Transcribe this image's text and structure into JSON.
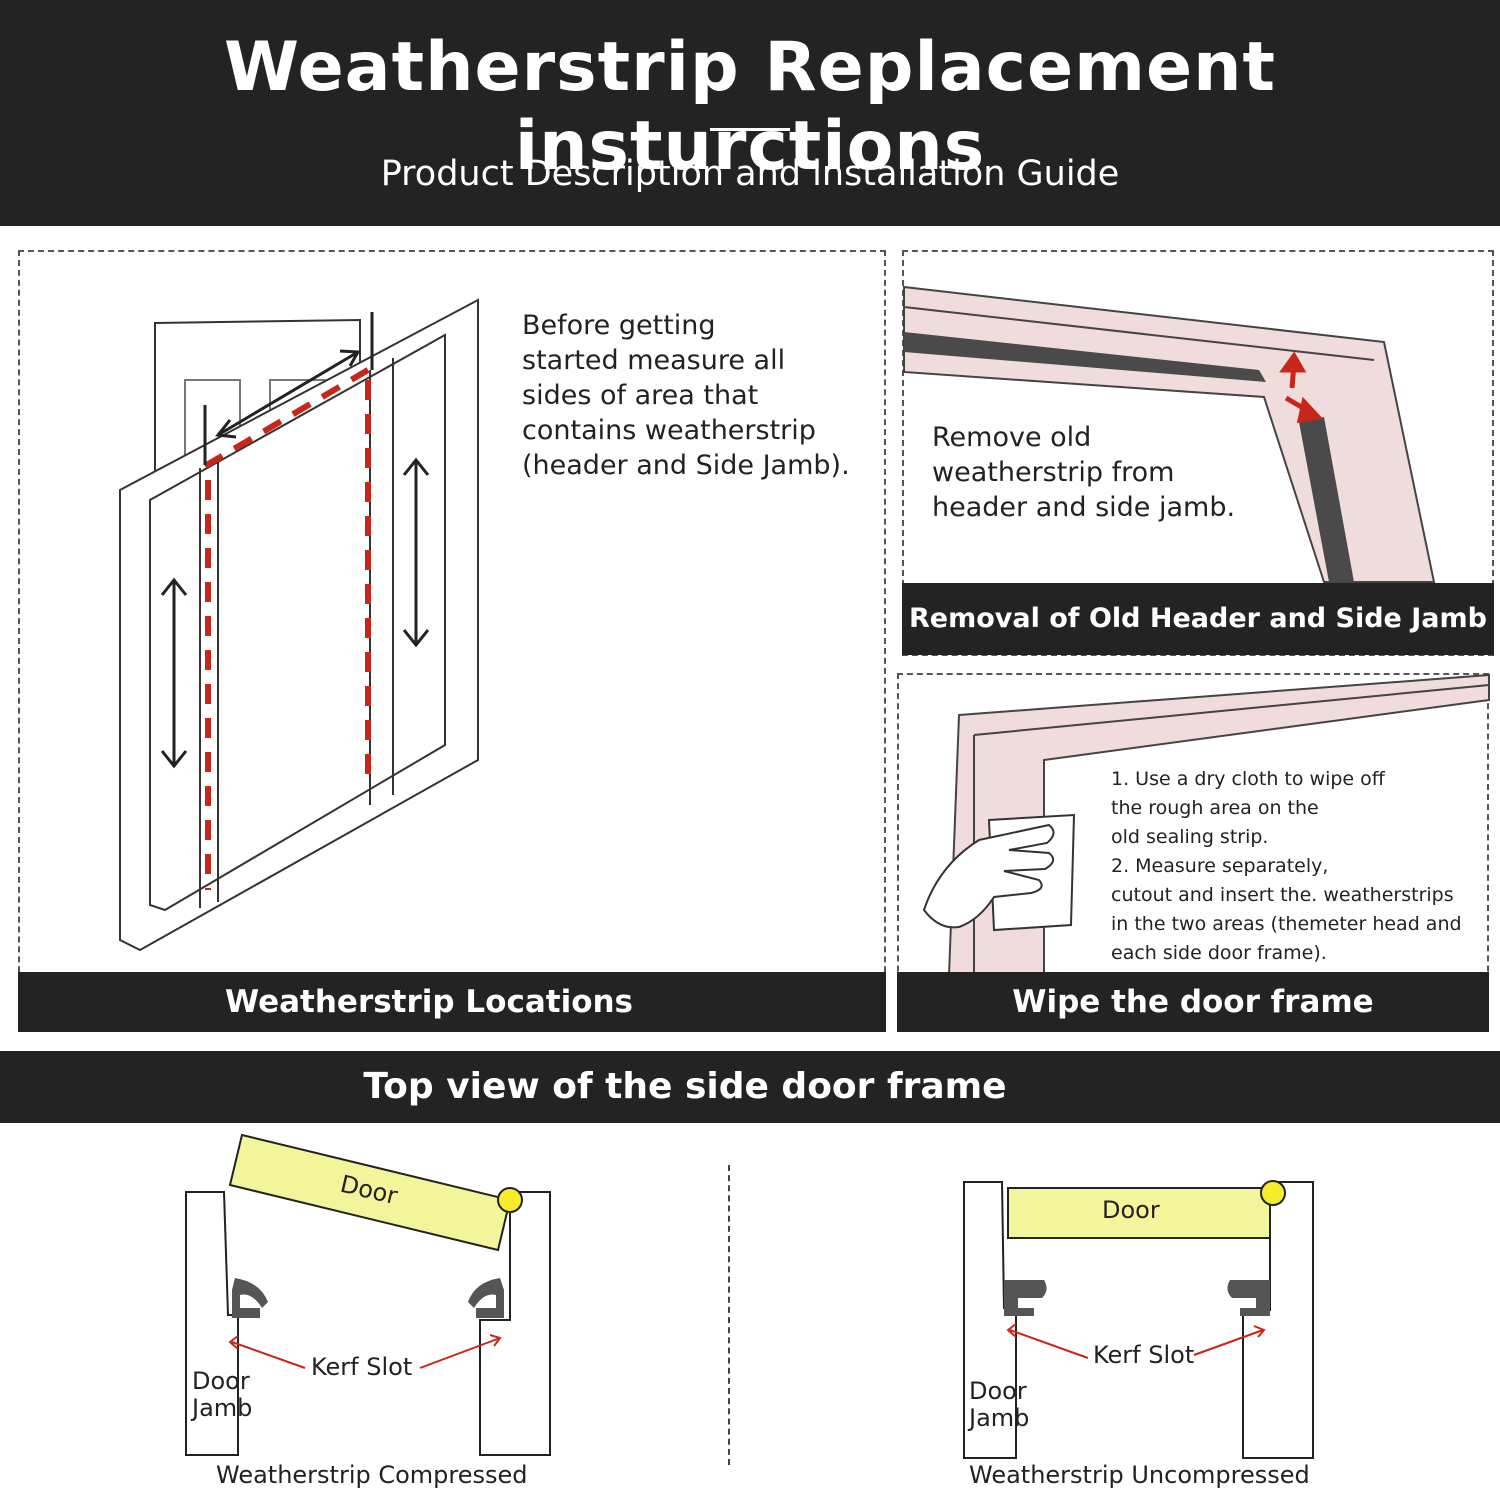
{
  "header": {
    "title": "Weatherstrip Replacement insturctions",
    "subtitle": "Product Description and installation Guide"
  },
  "panels": {
    "locations": {
      "text": "Before getting\nstarted measure all\nsides of area that\ncontains weatherstrip\n(header and Side Jamb).",
      "caption": "Weatherstrip Locations"
    },
    "removal": {
      "text": "Remove old\nweatherstrip from\nheader and side jamb.",
      "caption": "Removal of Old Header and Side Jamb"
    },
    "wipe": {
      "steps": [
        "1. Use a dry cloth to wipe off",
        "the rough area on the",
        "old sealing strip.",
        "2. Measure separately,",
        "cutout and insert the. weatherstrips",
        "in the two areas (themeter head and",
        "each side door frame)."
      ],
      "caption": "Wipe the door frame"
    }
  },
  "topview": {
    "title": "Top view of the side door frame",
    "compressed": {
      "door_label": "Door",
      "kerf_label": "Kerf Slot",
      "jamb_label_1": "Door",
      "jamb_label_2": "Jamb",
      "caption": "Weatherstrip Compressed"
    },
    "uncompressed": {
      "door_label": "Door",
      "kerf_label": "Kerf Slot",
      "jamb_label_1": "Door",
      "jamb_label_2": "Jamb",
      "caption": "Weatherstrip Uncompressed"
    }
  },
  "colors": {
    "dark_bar": "#232323",
    "pink_frame": "#f0dcdc",
    "strip_red": "#c8261b",
    "door_yellow": "#f3f59a",
    "hinge_yellow": "#f7ec2a",
    "weatherstrip_gray": "#555555"
  }
}
